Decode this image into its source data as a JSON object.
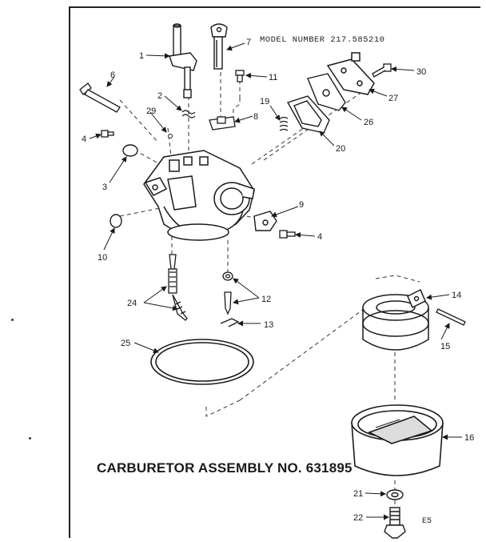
{
  "model_label": "MODEL NUMBER 217.585210",
  "assembly_title": "CARBURETOR ASSEMBLY NO. 631895",
  "drawing_code": "E5",
  "callouts": [
    {
      "id": "c1",
      "label": "1"
    },
    {
      "id": "c2",
      "label": "2"
    },
    {
      "id": "c3",
      "label": "3"
    },
    {
      "id": "c4a",
      "label": "4"
    },
    {
      "id": "c4b",
      "label": "4"
    },
    {
      "id": "c6",
      "label": "6"
    },
    {
      "id": "c7",
      "label": "7"
    },
    {
      "id": "c8",
      "label": "8"
    },
    {
      "id": "c9",
      "label": "9"
    },
    {
      "id": "c10",
      "label": "10"
    },
    {
      "id": "c11",
      "label": "11"
    },
    {
      "id": "c12",
      "label": "12"
    },
    {
      "id": "c13",
      "label": "13"
    },
    {
      "id": "c14",
      "label": "14"
    },
    {
      "id": "c15",
      "label": "15"
    },
    {
      "id": "c16",
      "label": "16"
    },
    {
      "id": "c19",
      "label": "19"
    },
    {
      "id": "c20",
      "label": "20"
    },
    {
      "id": "c21",
      "label": "21"
    },
    {
      "id": "c22",
      "label": "22"
    },
    {
      "id": "c24",
      "label": "24"
    },
    {
      "id": "c25",
      "label": "25"
    },
    {
      "id": "c26",
      "label": "26"
    },
    {
      "id": "c27",
      "label": "27"
    },
    {
      "id": "c29",
      "label": "29"
    },
    {
      "id": "c30",
      "label": "30"
    }
  ]
}
